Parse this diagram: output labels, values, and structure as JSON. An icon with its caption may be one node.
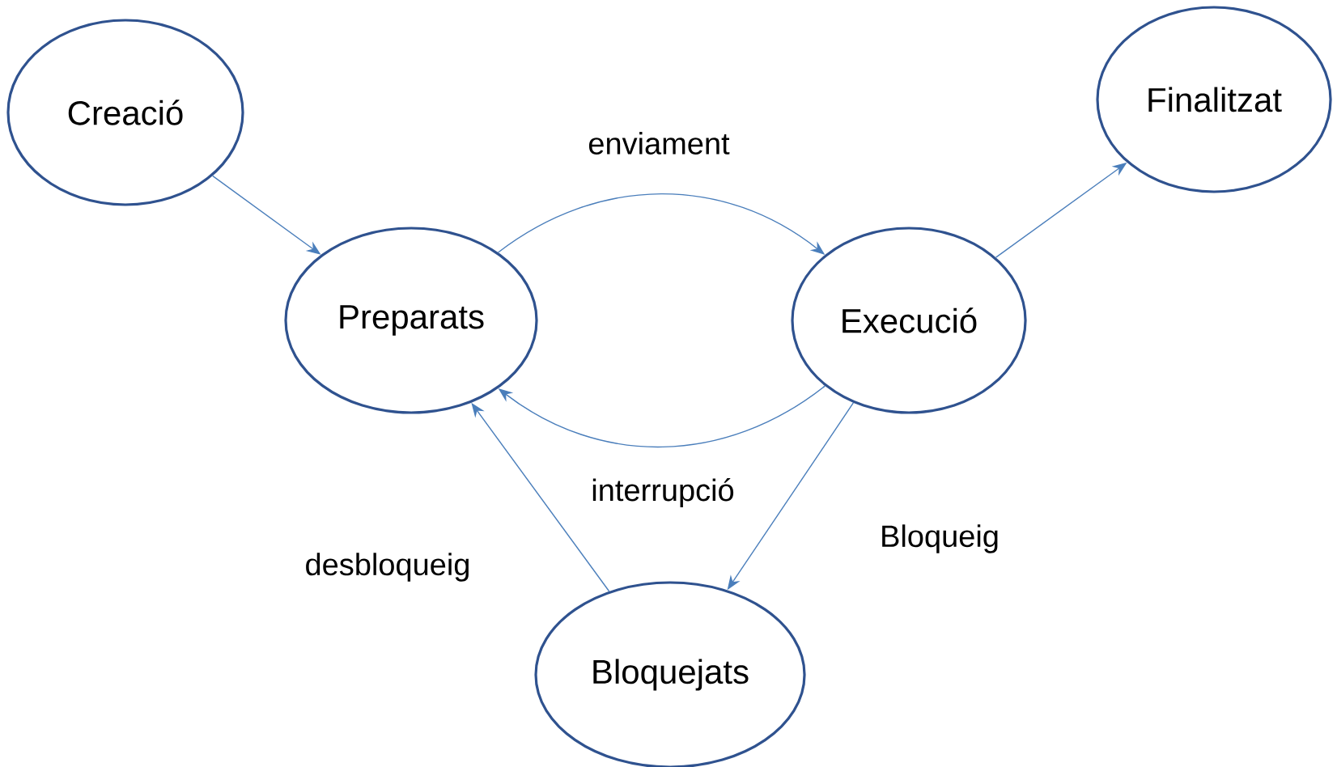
{
  "diagram": {
    "nodes": [
      {
        "text": [
          "Creació"
        ]
      },
      {
        "text": [
          "Preparats"
        ]
      },
      {
        "text": [
          "Execució"
        ]
      },
      {
        "text": [
          "Finalitzat"
        ]
      },
      {
        "text": [
          "Bloquejats"
        ]
      }
    ],
    "edges": [
      {
        "from": 0,
        "to": 1,
        "arrow": "to"
      },
      {
        "from": 1,
        "to": 2,
        "arrow": "to",
        "label": "enviament"
      },
      {
        "from": 2,
        "to": 1,
        "arrow": "to",
        "label": "interrupció"
      },
      {
        "from": 2,
        "to": 3,
        "arrow": "to"
      },
      {
        "from": 2,
        "to": 4,
        "arrow": "to",
        "label": "Bloqueig"
      },
      {
        "from": 4,
        "to": 1,
        "arrow": "to",
        "label": "desbloqueig"
      }
    ]
  }
}
